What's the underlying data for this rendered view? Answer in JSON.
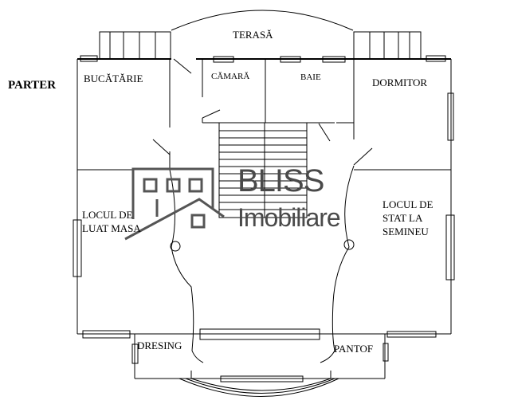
{
  "floor_label": "PARTER",
  "rooms": {
    "terrace": "TERASĂ",
    "kitchen": "BUCĂTĂRIE",
    "pantry": "CĂMARĂ",
    "bathroom": "BAIE",
    "bedroom": "DORMITOR",
    "dining_line1": "LOCUL DE",
    "dining_line2": "LUAT MASA",
    "living_line1": "LOCUL DE",
    "living_line2": "STAT LA",
    "living_line3": "SEMINEU",
    "dressing": "DRESING",
    "shoe_room": "PANTOF"
  },
  "watermark": {
    "line1": "BLISS",
    "line2": "Imobiliare"
  }
}
